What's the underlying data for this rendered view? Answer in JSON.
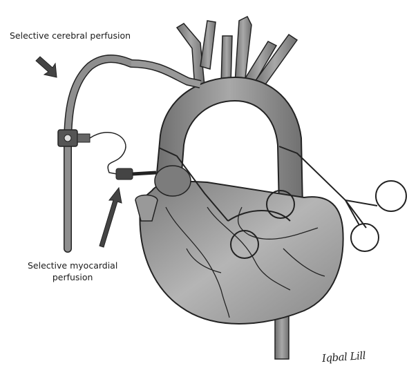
{
  "labels": {
    "cerebral": "Selective cerebral perfusion",
    "myocardial_line1": "Selective myocardial",
    "myocardial_line2": "perfusion"
  },
  "signature": "Iqbal Lill",
  "icons": [
    "arrow-icon",
    "clamp-icon",
    "cannula-icon"
  ],
  "colors": {
    "outline": "#222222",
    "vessel_fill": "#8a8a8a",
    "heart_fill": "#9c9c9c",
    "background": "#ffffff"
  }
}
